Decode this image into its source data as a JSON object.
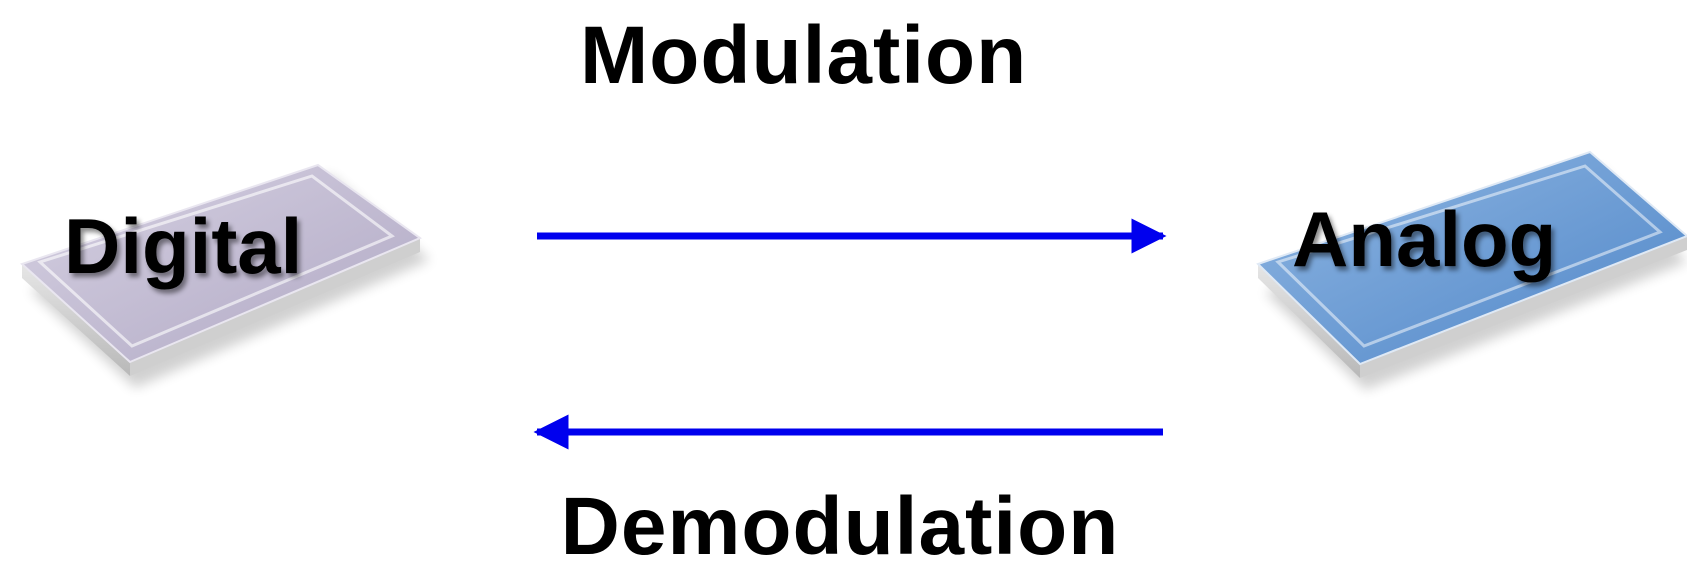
{
  "diagram": {
    "top_label": "Modulation",
    "bottom_label": "Demodulation",
    "left_node": "Digital",
    "right_node": "Analog"
  },
  "colors": {
    "arrow": "#0000ee",
    "digital_tile": "#bdb5cf",
    "analog_tile": "#6f9ed4",
    "text": "#000000"
  }
}
